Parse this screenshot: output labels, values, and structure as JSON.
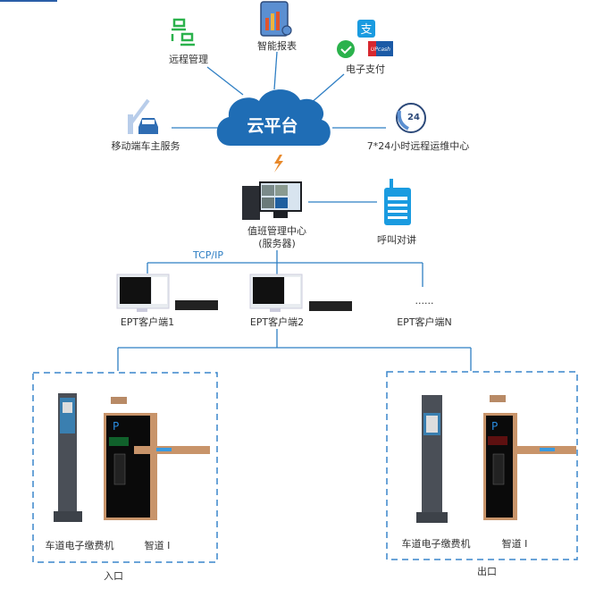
{
  "cloud": {
    "label": "云平台"
  },
  "services": {
    "remote_mgmt": "远程管理",
    "smart_report": "智能报表",
    "e_payment": "电子支付",
    "mobile_owner": "移动端车主服务",
    "support_24_7": "7*24小时远程运维中心"
  },
  "payment_logos": {
    "alipay": "支",
    "unionpay": "UPcash"
  },
  "support_badge": "24",
  "server": {
    "line1": "值班管理中心",
    "line2": "(服务器)"
  },
  "intercom": {
    "label": "呼叫对讲"
  },
  "network": {
    "protocol": "TCP/IP"
  },
  "clients": [
    {
      "label": "EPT客户端1"
    },
    {
      "label": "EPT客户端2"
    },
    {
      "label": "EPT客户端N",
      "ellipsis": "......"
    }
  ],
  "lanes": [
    {
      "name": "入口",
      "kiosk": "车道电子缴费机",
      "gate": "智道 I"
    },
    {
      "name": "出口",
      "kiosk": "车道电子缴费机",
      "gate": "智道 I"
    }
  ],
  "colors": {
    "accent": "#2f7fc4",
    "cloud": "#1f6db5",
    "lightning": "#e8892b",
    "green": "#2bb24c",
    "gate_frame": "#c8946a"
  }
}
